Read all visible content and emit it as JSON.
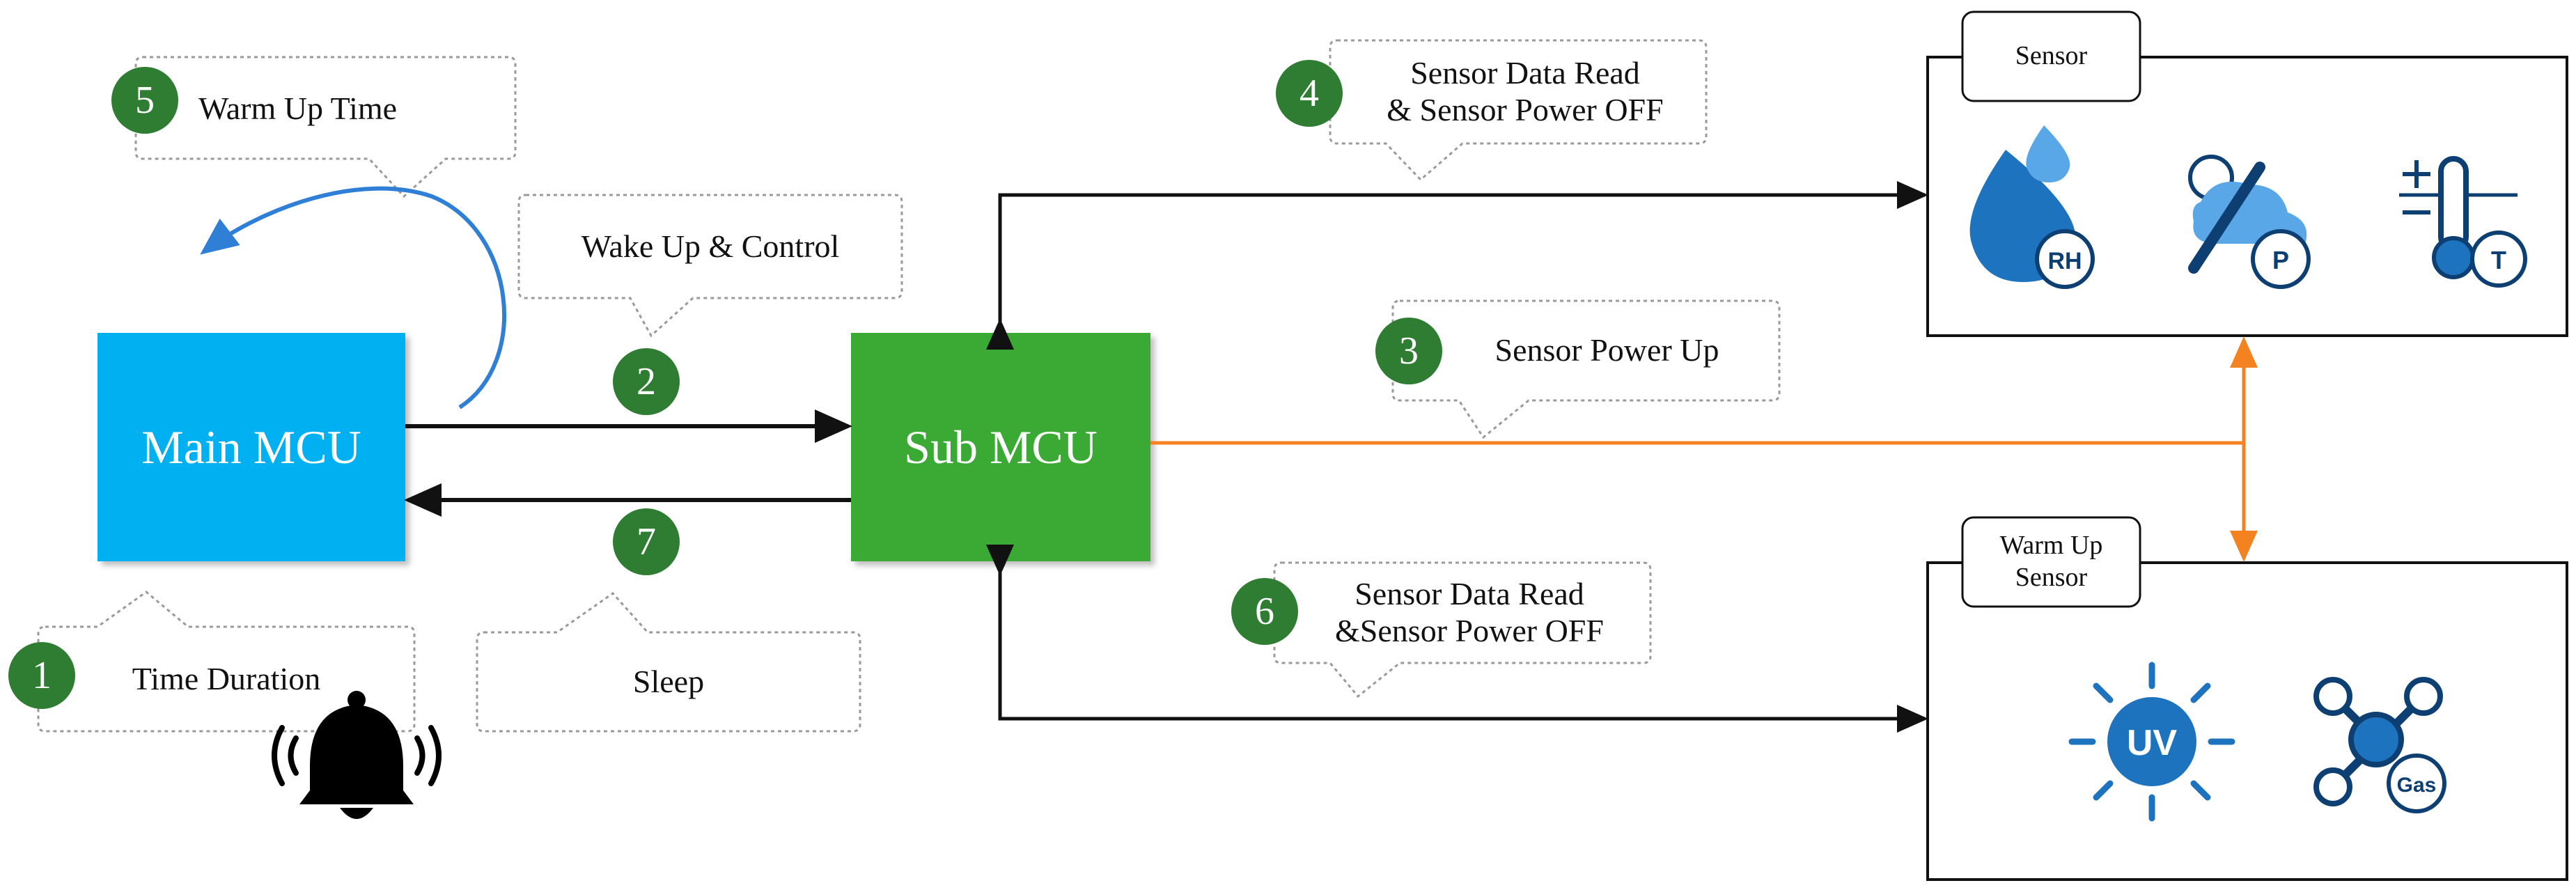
{
  "nodes": {
    "main_mcu": "Main MCU",
    "sub_mcu": "Sub MCU",
    "sensor_group": "Sensor",
    "warm_up_sensor_group": "Warm Up\nSensor"
  },
  "steps": [
    {
      "number": "1",
      "label": "Time Duration"
    },
    {
      "number": "2",
      "label": "Wake Up & Control"
    },
    {
      "number": "3",
      "label": "Sensor Power Up"
    },
    {
      "number": "4",
      "label": "Sensor Data Read\n& Sensor Power OFF"
    },
    {
      "number": "5",
      "label": "Warm Up Time"
    },
    {
      "number": "6",
      "label": "Sensor Data Read\n&Sensor Power OFF"
    },
    {
      "number": "7",
      "label": "Sleep"
    }
  ],
  "sensor_icons": [
    {
      "name": "humidity-icon",
      "badge": "RH"
    },
    {
      "name": "pressure-icon",
      "badge": "P"
    },
    {
      "name": "temperature-icon",
      "badge": "T"
    }
  ],
  "warm_up_icons": [
    {
      "name": "uv-icon",
      "badge": "UV"
    },
    {
      "name": "gas-icon",
      "badge": "Gas"
    }
  ],
  "colors": {
    "main_mcu": "#00b0f0",
    "sub_mcu": "#3aaa35",
    "step_badge": "#2e7d32",
    "power_line": "#f58220",
    "warm_up_arrow": "#2f7fd6",
    "icon_blue": "#1e73be",
    "icon_dark": "#0d3f73"
  }
}
